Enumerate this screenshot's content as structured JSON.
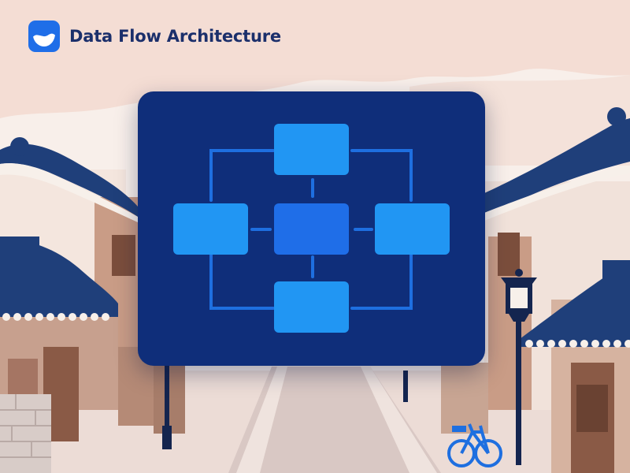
{
  "header": {
    "title": "Data Flow Architecture",
    "logo_icon": "wave-bowl-logo-icon"
  },
  "diagram": {
    "nodes": [
      "top",
      "left",
      "center",
      "right",
      "bottom"
    ],
    "node_color": "#2196f3",
    "center_color": "#1f6ee8",
    "connector_color": "#1e6fe0"
  },
  "colors": {
    "card": "#0f2e7a",
    "brand": "#1b2f6b",
    "sky": "#f6e3dc",
    "roof": "#1f3f7a"
  }
}
